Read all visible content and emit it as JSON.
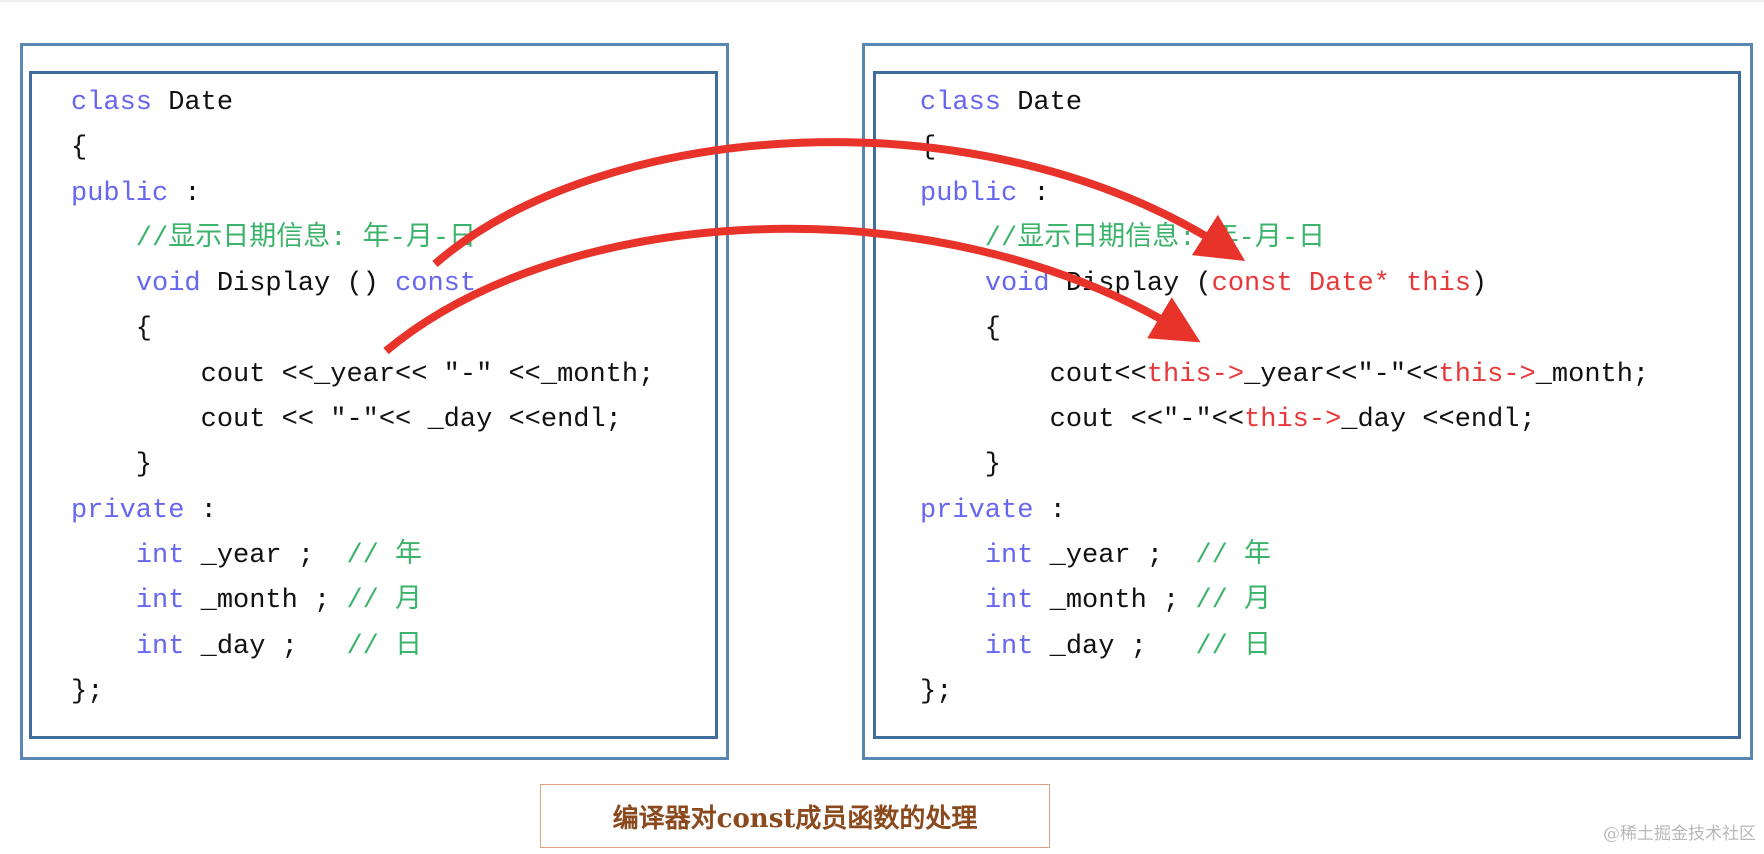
{
  "colors": {
    "keyword": "#6666f0",
    "comment": "#3cb36a",
    "highlight": "#e8383a",
    "border": "#3f6d9c",
    "arrow": "#e8332a",
    "caption": "#8a4a1e"
  },
  "left_code": [
    [
      {
        "t": "class",
        "c": "kw"
      },
      {
        "t": " Date",
        "c": "tx"
      }
    ],
    [
      {
        "t": "{",
        "c": "tx"
      }
    ],
    [
      {
        "t": "public",
        "c": "kw"
      },
      {
        "t": " :",
        "c": "tx"
      }
    ],
    [
      {
        "t": "    //显示日期信息: 年-月-日",
        "c": "cm"
      }
    ],
    [
      {
        "t": "    ",
        "c": "tx"
      },
      {
        "t": "void",
        "c": "kw"
      },
      {
        "t": " Display () ",
        "c": "tx"
      },
      {
        "t": "const",
        "c": "kw"
      }
    ],
    [
      {
        "t": "    {",
        "c": "tx"
      }
    ],
    [
      {
        "t": "        cout <<_year<< \"-\" <<_month;",
        "c": "tx"
      }
    ],
    [
      {
        "t": "        cout << \"-\"<< _day <<endl;",
        "c": "tx"
      }
    ],
    [
      {
        "t": "    }",
        "c": "tx"
      }
    ],
    [
      {
        "t": "private",
        "c": "kw"
      },
      {
        "t": " :",
        "c": "tx"
      }
    ],
    [
      {
        "t": "    ",
        "c": "tx"
      },
      {
        "t": "int",
        "c": "kw"
      },
      {
        "t": " _year ;  ",
        "c": "tx"
      },
      {
        "t": "// 年",
        "c": "cm"
      }
    ],
    [
      {
        "t": "    ",
        "c": "tx"
      },
      {
        "t": "int",
        "c": "kw"
      },
      {
        "t": " _month ; ",
        "c": "tx"
      },
      {
        "t": "// 月",
        "c": "cm"
      }
    ],
    [
      {
        "t": "    ",
        "c": "tx"
      },
      {
        "t": "int",
        "c": "kw"
      },
      {
        "t": " _day ;   ",
        "c": "tx"
      },
      {
        "t": "// 日",
        "c": "cm"
      }
    ],
    [
      {
        "t": "};",
        "c": "tx"
      }
    ]
  ],
  "right_code": [
    [
      {
        "t": "class",
        "c": "kw"
      },
      {
        "t": " Date",
        "c": "tx"
      }
    ],
    [
      {
        "t": "{",
        "c": "tx"
      }
    ],
    [
      {
        "t": "public",
        "c": "kw"
      },
      {
        "t": " :",
        "c": "tx"
      }
    ],
    [
      {
        "t": "    //显示日期信息: 年-月-日",
        "c": "cm"
      }
    ],
    [
      {
        "t": "    ",
        "c": "tx"
      },
      {
        "t": "void",
        "c": "kw"
      },
      {
        "t": " Display (",
        "c": "tx"
      },
      {
        "t": "const Date* this",
        "c": "red"
      },
      {
        "t": ")",
        "c": "tx"
      }
    ],
    [
      {
        "t": "    {",
        "c": "tx"
      }
    ],
    [
      {
        "t": "        cout<<",
        "c": "tx"
      },
      {
        "t": "this->",
        "c": "red"
      },
      {
        "t": "_year<<\"-\"<<",
        "c": "tx"
      },
      {
        "t": "this->",
        "c": "red"
      },
      {
        "t": "_month;",
        "c": "tx"
      }
    ],
    [
      {
        "t": "        cout <<\"-\"<<",
        "c": "tx"
      },
      {
        "t": "this->",
        "c": "red"
      },
      {
        "t": "_day <<endl;",
        "c": "tx"
      }
    ],
    [
      {
        "t": "    }",
        "c": "tx"
      }
    ],
    [
      {
        "t": "private",
        "c": "kw"
      },
      {
        "t": " :",
        "c": "tx"
      }
    ],
    [
      {
        "t": "    ",
        "c": "tx"
      },
      {
        "t": "int",
        "c": "kw"
      },
      {
        "t": " _year ;  ",
        "c": "tx"
      },
      {
        "t": "// 年",
        "c": "cm"
      }
    ],
    [
      {
        "t": "    ",
        "c": "tx"
      },
      {
        "t": "int",
        "c": "kw"
      },
      {
        "t": " _month ; ",
        "c": "tx"
      },
      {
        "t": "// 月",
        "c": "cm"
      }
    ],
    [
      {
        "t": "    ",
        "c": "tx"
      },
      {
        "t": "int",
        "c": "kw"
      },
      {
        "t": " _day ;   ",
        "c": "tx"
      },
      {
        "t": "// 日",
        "c": "cm"
      }
    ],
    [
      {
        "t": "};",
        "c": "tx"
      }
    ]
  ],
  "caption": "编译器对const成员函数的处理",
  "watermark": "@稀土掘金技术社区"
}
